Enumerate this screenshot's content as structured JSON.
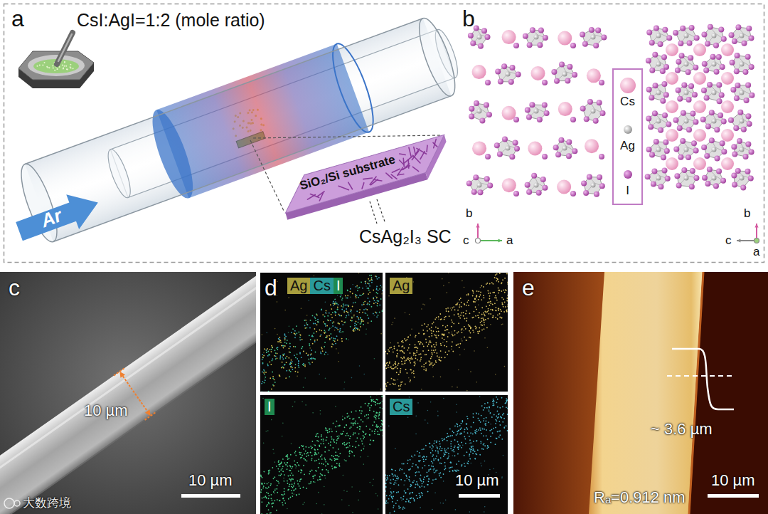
{
  "diagram": {
    "nodes": [
      {
        "text": [
          "SiO₂/Si substrate"
        ]
      },
      {
        "text": [
          "Ag"
        ]
      },
      {
        "text": [
          "Cs"
        ]
      },
      {
        "text": [
          "I"
        ]
      },
      {
        "text": [
          "Ag"
        ]
      },
      {
        "text": [
          "I"
        ]
      },
      {
        "text": [
          "Cs"
        ]
      }
    ],
    "labels": [
      "a",
      "CsI:AgI=1:2 (mole ratio)",
      "Ar",
      "CsAg₂I₃ SC",
      "b",
      "b",
      "c",
      "a",
      "b",
      "c",
      "a",
      "c",
      "10 µm",
      "10 µm",
      "d",
      "10 µm",
      "e",
      "~ 3.6 µm",
      "Rₐ=0.912 nm",
      "10 µm",
      "大数跨境"
    ],
    "legend": [
      {
        "text": "Cs"
      },
      {
        "text": "Ag"
      },
      {
        "text": "I"
      }
    ]
  }
}
